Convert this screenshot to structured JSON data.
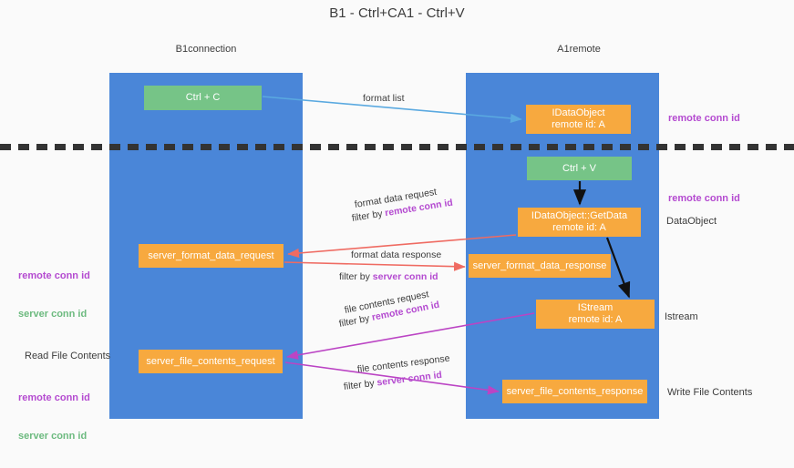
{
  "title": "B1 - Ctrl+C\nA1 - Ctrl+V",
  "columns": {
    "left": {
      "head": "B1\nconnection"
    },
    "right": {
      "head": "A1\nremote"
    }
  },
  "nodes": {
    "ctrl_c": "Ctrl + C",
    "idataobject": "IDataObject\nremote id: A",
    "ctrl_v": "Ctrl + V",
    "getdata": "IDataObject::GetData\nremote id: A",
    "server_format_data_request": "server_format_data_request",
    "server_format_data_response": "server_format_data_response",
    "istream": "IStream\nremote id: A",
    "server_file_contents_request": "server_file_contents_request",
    "server_file_contents_response": "server_file_contents_response"
  },
  "side_labels": {
    "remote_conn_id_top": "remote conn id",
    "remote_conn_id_mid": "remote conn id",
    "dataobject": "DataObject",
    "istream": "Istream",
    "write_file_contents": "Write File Contents",
    "read_file_contents": "Read File Contents",
    "remote_conn_id_left": "remote conn id",
    "server_conn_id_left": "server conn id",
    "remote_conn_id_left2": "remote conn id",
    "server_conn_id_left2": "server conn id"
  },
  "edges": {
    "format_list": "format list",
    "format_data_request": "format data request",
    "format_data_request_filter_prefix": "filter by ",
    "format_data_request_filter_key": "remote conn id",
    "format_data_response": "format data response",
    "format_data_response_filter_prefix": "filter by ",
    "format_data_response_filter_key": "server conn id",
    "file_contents_request": "file contents request",
    "file_contents_request_filter_prefix": "filter by ",
    "file_contents_request_filter_key": "remote conn id",
    "file_contents_response": "file contents response",
    "file_contents_response_filter_prefix": "filter by ",
    "file_contents_response_filter_key": "server conn id"
  },
  "colors": {
    "column": "#4a86d8",
    "green_node": "#76c487",
    "orange_node": "#f7a93f",
    "purple": "#b44ad0",
    "green_text": "#6cba7f",
    "blue_arrow": "#5aa9e0",
    "red_arrow": "#ef6b62",
    "magenta_arrow": "#c council"
  }
}
